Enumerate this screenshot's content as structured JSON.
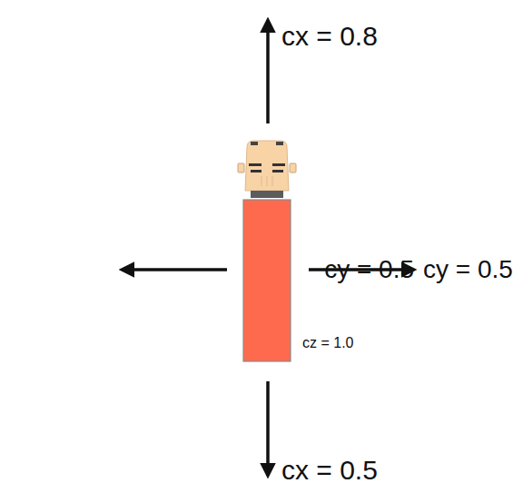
{
  "diagram": {
    "labels": [
      "cx = 0.8",
      "cy = 0.5",
      "cy = 0.5",
      "cz = 1.0",
      "cx = 0.5"
    ]
  }
}
